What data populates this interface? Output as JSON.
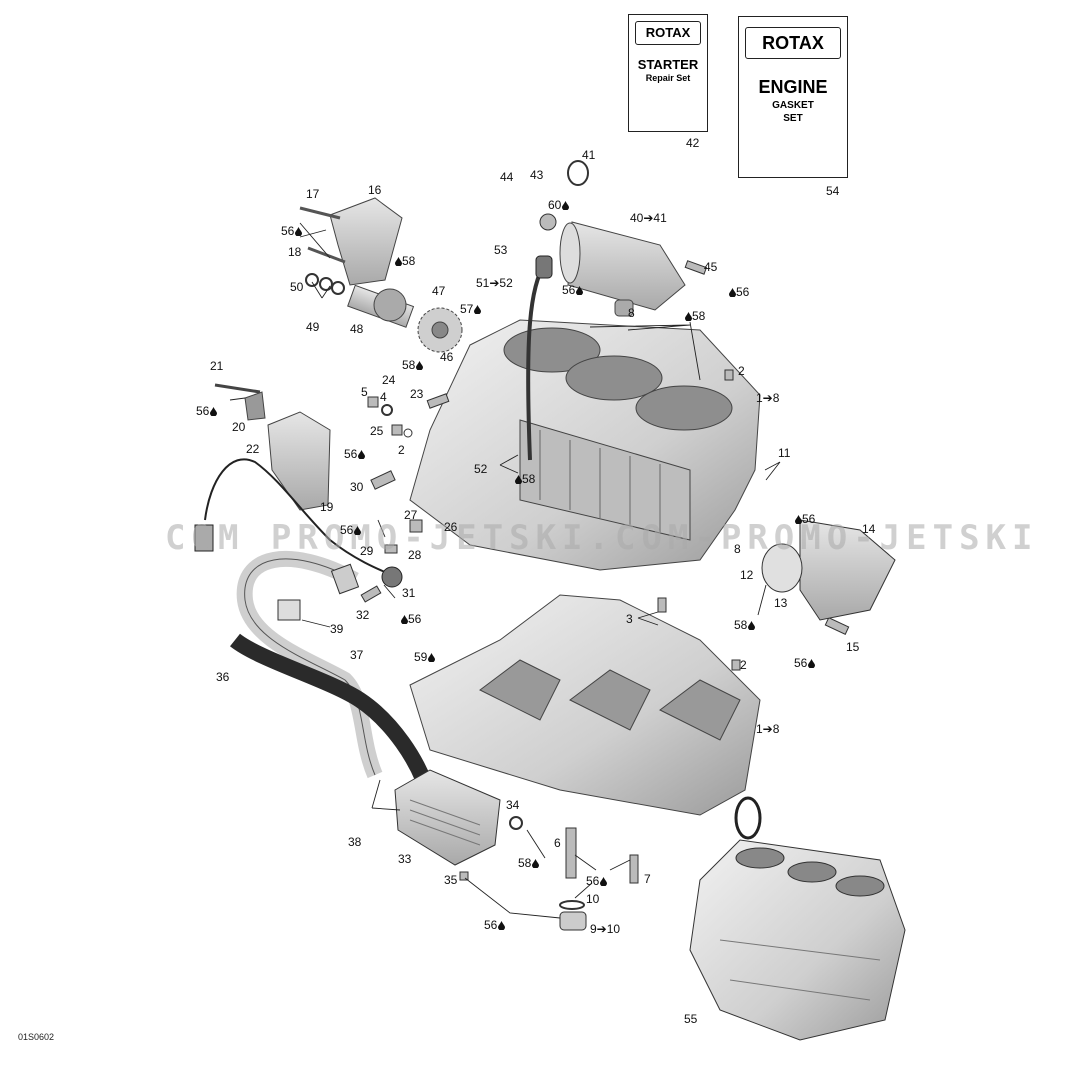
{
  "diagram_code": "01S0602",
  "watermark": "COM   PROMO-JETSKI.COM-PROMO-JETSKI",
  "kits": {
    "starter": {
      "logo": "ROTAX",
      "title": "STARTER",
      "subtitle": "Repair Set",
      "ref": "42"
    },
    "engine": {
      "logo": "ROTAX",
      "title": "ENGINE",
      "subtitle_line1": "GASKET",
      "subtitle_line2": "SET",
      "ref": "54"
    }
  },
  "callouts": [
    {
      "id": "c17",
      "text": "17",
      "drop": false
    },
    {
      "id": "c16",
      "text": "16",
      "drop": false
    },
    {
      "id": "c56a",
      "text": "56",
      "drop": true
    },
    {
      "id": "c18",
      "text": "18",
      "drop": false
    },
    {
      "id": "c58a",
      "text": "58",
      "drop": true,
      "drop_first": true
    },
    {
      "id": "c50",
      "text": "50",
      "drop": false
    },
    {
      "id": "c49",
      "text": "49",
      "drop": false
    },
    {
      "id": "c47",
      "text": "47",
      "drop": false
    },
    {
      "id": "c48",
      "text": "48",
      "drop": false
    },
    {
      "id": "c57",
      "text": "57",
      "drop": true
    },
    {
      "id": "c46",
      "text": "46",
      "drop": false
    },
    {
      "id": "c44",
      "text": "44",
      "drop": false
    },
    {
      "id": "c43",
      "text": "43",
      "drop": false
    },
    {
      "id": "c41",
      "text": "41",
      "drop": false
    },
    {
      "id": "c60",
      "text": "60",
      "drop": true
    },
    {
      "id": "c40",
      "text": "40➔41",
      "drop": false
    },
    {
      "id": "c53",
      "text": "53",
      "drop": false
    },
    {
      "id": "c5152",
      "text": "51➔52",
      "drop": false
    },
    {
      "id": "c56b",
      "text": "56",
      "drop": true
    },
    {
      "id": "c8a",
      "text": "8",
      "drop": false
    },
    {
      "id": "c45",
      "text": "45",
      "drop": false
    },
    {
      "id": "c56c",
      "text": "56",
      "drop": true,
      "drop_first": true
    },
    {
      "id": "c58b",
      "text": "58",
      "drop": true,
      "drop_first": true
    },
    {
      "id": "c21",
      "text": "21",
      "drop": false
    },
    {
      "id": "c56d",
      "text": "56",
      "drop": true
    },
    {
      "id": "c20",
      "text": "20",
      "drop": false
    },
    {
      "id": "c22",
      "text": "22",
      "drop": false
    },
    {
      "id": "c58c",
      "text": "58",
      "drop": true
    },
    {
      "id": "c24",
      "text": "24",
      "drop": false
    },
    {
      "id": "c23",
      "text": "23",
      "drop": false
    },
    {
      "id": "c5",
      "text": "5",
      "drop": false
    },
    {
      "id": "c4",
      "text": "4",
      "drop": false
    },
    {
      "id": "c25",
      "text": "25",
      "drop": false
    },
    {
      "id": "c2a",
      "text": "2",
      "drop": false
    },
    {
      "id": "c2b",
      "text": "2",
      "drop": false
    },
    {
      "id": "c18b",
      "text": "1➔8",
      "drop": false
    },
    {
      "id": "c56e",
      "text": "56",
      "drop": true
    },
    {
      "id": "c30",
      "text": "30",
      "drop": false
    },
    {
      "id": "c52",
      "text": "52",
      "drop": false
    },
    {
      "id": "c58d",
      "text": "58",
      "drop": true,
      "drop_first": true
    },
    {
      "id": "c11",
      "text": "11",
      "drop": false
    },
    {
      "id": "c19",
      "text": "19",
      "drop": false
    },
    {
      "id": "c56f",
      "text": "56",
      "drop": true,
      "drop_first": true
    },
    {
      "id": "c14",
      "text": "14",
      "drop": false
    },
    {
      "id": "c27",
      "text": "27",
      "drop": false
    },
    {
      "id": "c26",
      "text": "26",
      "drop": false
    },
    {
      "id": "c56g",
      "text": "56",
      "drop": true
    },
    {
      "id": "c29",
      "text": "29",
      "drop": false
    },
    {
      "id": "c28",
      "text": "28",
      "drop": false
    },
    {
      "id": "c8b",
      "text": "8",
      "drop": false
    },
    {
      "id": "c12",
      "text": "12",
      "drop": false
    },
    {
      "id": "c13",
      "text": "13",
      "drop": false
    },
    {
      "id": "c31",
      "text": "31",
      "drop": false
    },
    {
      "id": "c32",
      "text": "32",
      "drop": false
    },
    {
      "id": "c56h",
      "text": "56",
      "drop": true,
      "drop_first": true
    },
    {
      "id": "c39",
      "text": "39",
      "drop": false
    },
    {
      "id": "c3",
      "text": "3",
      "drop": false
    },
    {
      "id": "c58e",
      "text": "58",
      "drop": true
    },
    {
      "id": "c15",
      "text": "15",
      "drop": false
    },
    {
      "id": "c56i",
      "text": "56",
      "drop": true
    },
    {
      "id": "c37",
      "text": "37",
      "drop": false
    },
    {
      "id": "c59",
      "text": "59",
      "drop": true
    },
    {
      "id": "c2c",
      "text": "2",
      "drop": false,
      "drop_first": false
    },
    {
      "id": "c36",
      "text": "36",
      "drop": false
    },
    {
      "id": "c18c",
      "text": "1➔8",
      "drop": false
    },
    {
      "id": "c34",
      "text": "34",
      "drop": false
    },
    {
      "id": "c6",
      "text": "6",
      "drop": false
    },
    {
      "id": "c38",
      "text": "38",
      "drop": false
    },
    {
      "id": "c33",
      "text": "33",
      "drop": false
    },
    {
      "id": "c58f",
      "text": "58",
      "drop": true
    },
    {
      "id": "c56j",
      "text": "56",
      "drop": true
    },
    {
      "id": "c7",
      "text": "7",
      "drop": false
    },
    {
      "id": "c35",
      "text": "35",
      "drop": false
    },
    {
      "id": "c10",
      "text": "10",
      "drop": false
    },
    {
      "id": "c56k",
      "text": "56",
      "drop": true
    },
    {
      "id": "c910",
      "text": "9➔10",
      "drop": false
    },
    {
      "id": "c55",
      "text": "55",
      "drop": false
    }
  ]
}
